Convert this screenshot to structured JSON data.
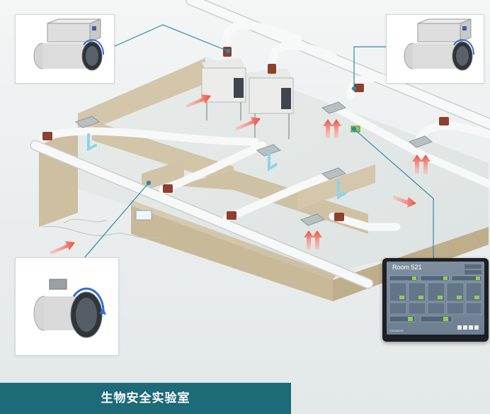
{
  "diagram": {
    "title": "生物安全实验室",
    "control_panel": {
      "room_label": "Room 521",
      "brand": "SIEMENS"
    }
  }
}
